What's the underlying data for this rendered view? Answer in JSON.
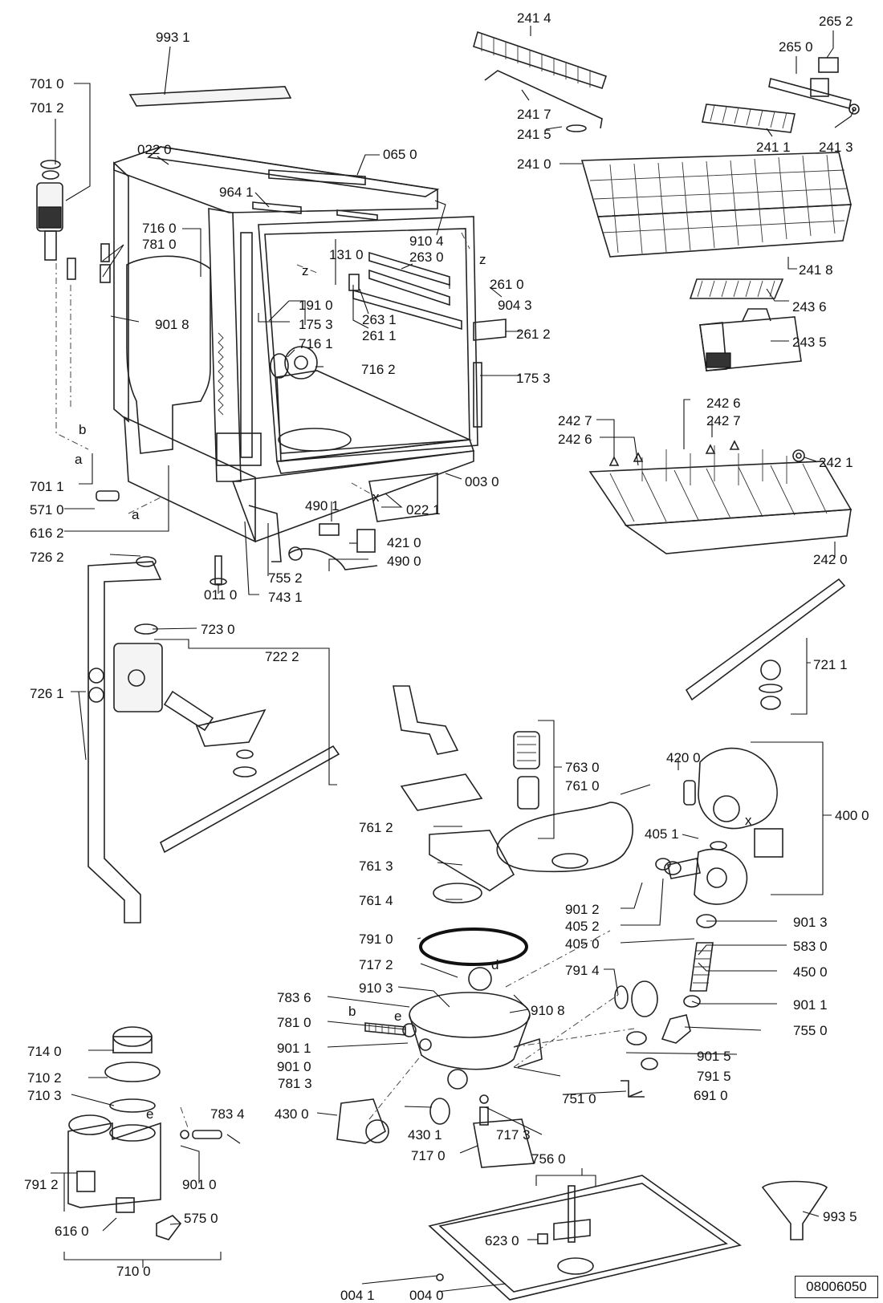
{
  "drawing_code": "08006050",
  "small_letters": {
    "z1": "z",
    "z2": "z",
    "x1": "x",
    "x2": "x",
    "a1": "a",
    "a2": "a",
    "b1": "b",
    "b2": "b",
    "d1": "d",
    "e1": "e",
    "e2": "e"
  },
  "part_labels": [
    {
      "id": "p9931",
      "text": "993 1"
    },
    {
      "id": "p7010",
      "text": "701 0"
    },
    {
      "id": "p7012",
      "text": "701 2"
    },
    {
      "id": "p0220",
      "text": "022 0"
    },
    {
      "id": "p0650",
      "text": "065 0"
    },
    {
      "id": "p9641",
      "text": "964 1"
    },
    {
      "id": "p9104",
      "text": "910 4"
    },
    {
      "id": "p7160",
      "text": "716 0"
    },
    {
      "id": "p7810a",
      "text": "781 0"
    },
    {
      "id": "p1310",
      "text": "131 0"
    },
    {
      "id": "p2630",
      "text": "263 0"
    },
    {
      "id": "p2610",
      "text": "261 0"
    },
    {
      "id": "p1910",
      "text": "191 0"
    },
    {
      "id": "p9043",
      "text": "904 3"
    },
    {
      "id": "p9018",
      "text": "901 8"
    },
    {
      "id": "p1753a",
      "text": "175 3"
    },
    {
      "id": "p2631",
      "text": "263 1"
    },
    {
      "id": "p2611",
      "text": "261 1"
    },
    {
      "id": "p2612",
      "text": "261 2"
    },
    {
      "id": "p7161",
      "text": "716 1"
    },
    {
      "id": "p7162",
      "text": "716 2"
    },
    {
      "id": "p1753b",
      "text": "175 3"
    },
    {
      "id": "p7011",
      "text": "701 1"
    },
    {
      "id": "p0030",
      "text": "003 0"
    },
    {
      "id": "p5710",
      "text": "571 0"
    },
    {
      "id": "p0221",
      "text": "022 1"
    },
    {
      "id": "p6162",
      "text": "616 2"
    },
    {
      "id": "p4901",
      "text": "490 1"
    },
    {
      "id": "p4210",
      "text": "421 0"
    },
    {
      "id": "p7262",
      "text": "726 2"
    },
    {
      "id": "p4900",
      "text": "490 0"
    },
    {
      "id": "p7552",
      "text": "755 2"
    },
    {
      "id": "p0110",
      "text": "011 0"
    },
    {
      "id": "p7431",
      "text": "743 1"
    },
    {
      "id": "p7230",
      "text": "723 0"
    },
    {
      "id": "p7222",
      "text": "722 2"
    },
    {
      "id": "p7261",
      "text": "726 1"
    },
    {
      "id": "p2414",
      "text": "241 4"
    },
    {
      "id": "p2652",
      "text": "265 2"
    },
    {
      "id": "p2650",
      "text": "265 0"
    },
    {
      "id": "p2417",
      "text": "241 7"
    },
    {
      "id": "p2415",
      "text": "241 5"
    },
    {
      "id": "p2411",
      "text": "241 1"
    },
    {
      "id": "p2413",
      "text": "241 3"
    },
    {
      "id": "p2410",
      "text": "241 0"
    },
    {
      "id": "p2418",
      "text": "241 8"
    },
    {
      "id": "p2436",
      "text": "243 6"
    },
    {
      "id": "p2435",
      "text": "243 5"
    },
    {
      "id": "p2426a",
      "text": "242 6"
    },
    {
      "id": "p2427a",
      "text": "242 7"
    },
    {
      "id": "p2427b",
      "text": "242 7"
    },
    {
      "id": "p2426b",
      "text": "242 6"
    },
    {
      "id": "p2421",
      "text": "242 1"
    },
    {
      "id": "p2420",
      "text": "242 0"
    },
    {
      "id": "p7211",
      "text": "721 1"
    },
    {
      "id": "p7630",
      "text": "763 0"
    },
    {
      "id": "p7610",
      "text": "761 0"
    },
    {
      "id": "p4200",
      "text": "420 0"
    },
    {
      "id": "p4000",
      "text": "400 0"
    },
    {
      "id": "p7612",
      "text": "761 2"
    },
    {
      "id": "p4051",
      "text": "405 1"
    },
    {
      "id": "p7613",
      "text": "761 3"
    },
    {
      "id": "p7614",
      "text": "761 4"
    },
    {
      "id": "p9012",
      "text": "901 2"
    },
    {
      "id": "p4052",
      "text": "405 2"
    },
    {
      "id": "p4050",
      "text": "405 0"
    },
    {
      "id": "p9013",
      "text": "901 3"
    },
    {
      "id": "p5830",
      "text": "583 0"
    },
    {
      "id": "p7910",
      "text": "791 0"
    },
    {
      "id": "p7172",
      "text": "717 2"
    },
    {
      "id": "p7914",
      "text": "791 4"
    },
    {
      "id": "p4500",
      "text": "450 0"
    },
    {
      "id": "p9103",
      "text": "910 3"
    },
    {
      "id": "p7836",
      "text": "783 6"
    },
    {
      "id": "p9108",
      "text": "910 8"
    },
    {
      "id": "p9011a",
      "text": "901 1"
    },
    {
      "id": "p7810b",
      "text": "781 0"
    },
    {
      "id": "p7550",
      "text": "755 0"
    },
    {
      "id": "p9015",
      "text": "901 5"
    },
    {
      "id": "p9011b",
      "text": "901 1"
    },
    {
      "id": "p9010a",
      "text": "901 0"
    },
    {
      "id": "p7915",
      "text": "791 5"
    },
    {
      "id": "p7813",
      "text": "781 3"
    },
    {
      "id": "p6910",
      "text": "691 0"
    },
    {
      "id": "p7510",
      "text": "751 0"
    },
    {
      "id": "p7140",
      "text": "714 0"
    },
    {
      "id": "p7102",
      "text": "710 2"
    },
    {
      "id": "p7103",
      "text": "710 3"
    },
    {
      "id": "p7834",
      "text": "783 4"
    },
    {
      "id": "p4300",
      "text": "430 0"
    },
    {
      "id": "p4301",
      "text": "430 1"
    },
    {
      "id": "p7173",
      "text": "717 3"
    },
    {
      "id": "p7170",
      "text": "717 0"
    },
    {
      "id": "p7560",
      "text": "756 0"
    },
    {
      "id": "p9010b",
      "text": "901 0"
    },
    {
      "id": "p7912",
      "text": "791 2"
    },
    {
      "id": "p5750",
      "text": "575 0"
    },
    {
      "id": "p6160",
      "text": "616 0"
    },
    {
      "id": "p7100",
      "text": "710 0"
    },
    {
      "id": "p6230",
      "text": "623 0"
    },
    {
      "id": "p9935",
      "text": "993 5"
    },
    {
      "id": "p0041",
      "text": "004 1"
    },
    {
      "id": "p0040",
      "text": "004 0"
    }
  ]
}
